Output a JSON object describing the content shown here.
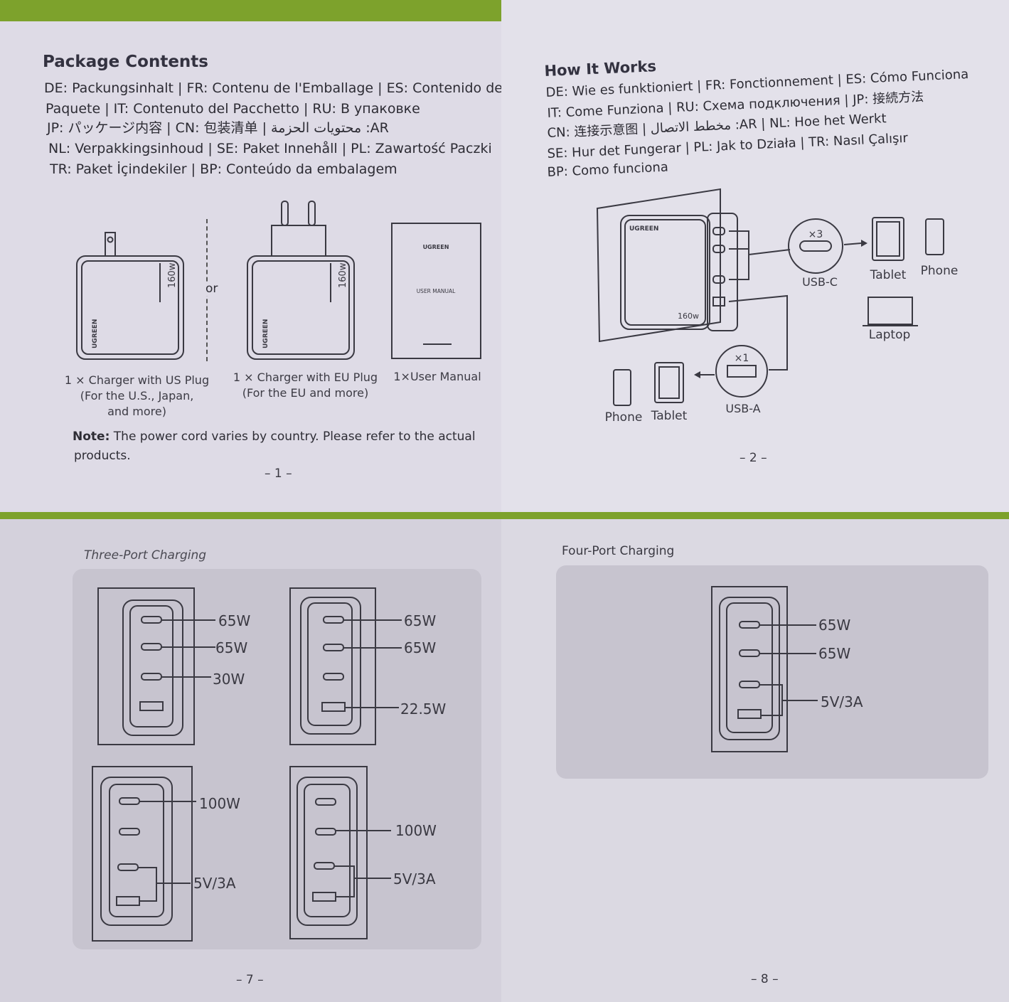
{
  "page1": {
    "title": "Package Contents",
    "lang_lines": [
      "DE: Packungsinhalt | FR: Contenu de l'Emballage | ES: Contenido del",
      "Paquete | IT: Contenuto del Pacchetto | RU: В упаковке",
      "JP: パッケージ内容 | CN: 包装清单 | محتويات الحزمة :AR",
      "NL: Verpakkingsinhoud | SE: Paket Innehåll | PL: Zawartość Paczki",
      "TR: Paket İçindekiler | BP: Conteúdo da embalagem"
    ],
    "or_text": "or",
    "charger_brand": "UGREEN",
    "charger_power": "160w",
    "manual_brand": "UGREEN",
    "manual_title": "USER MANUAL",
    "caption_us": [
      "1 × Charger with US Plug",
      "(For the U.S., Japan,",
      "and more)"
    ],
    "caption_eu": [
      "1 × Charger with EU Plug",
      "(For the EU and more)"
    ],
    "caption_manual": "1×User Manual",
    "note_label": "Note:",
    "note_line1": "The power cord varies by country. Please refer to the actual",
    "note_line2": "products.",
    "page_number": "– 1 –"
  },
  "page2": {
    "title": "How It Works",
    "lang_lines": [
      "DE: Wie es funktioniert | FR: Fonctionnement | ES: Cómo Funciona",
      "IT: Come Funziona | RU: Схема подключения | JP: 接続方法",
      "CN: 连接示意图 | مخطط الاتصال :AR | NL: Hoe het Werkt",
      "SE: Hur det Fungerar | PL: Jak to Działa | TR: Nasıl Çalışır",
      "BP: Como funciona"
    ],
    "charger_brand": "UGREEN",
    "charger_power": "160w",
    "usbc_count": "×3",
    "usbc_label": "USB-C",
    "usba_count": "×1",
    "usba_label": "USB-A",
    "devices_c": [
      "Tablet",
      "Phone",
      "Laptop"
    ],
    "devices_a": [
      "Phone",
      "Tablet"
    ],
    "page_number": "– 2 –"
  },
  "page7": {
    "title": "Three-Port Charging",
    "configs": [
      {
        "labels": [
          "65W",
          "65W",
          "30W"
        ]
      },
      {
        "labels": [
          "65W",
          "65W",
          "22.5W"
        ]
      },
      {
        "labels": [
          "100W",
          "5V/3A"
        ]
      },
      {
        "labels": [
          "100W",
          "5V/3A"
        ]
      }
    ],
    "page_number": "– 7 –"
  },
  "page8": {
    "title": "Four-Port Charging",
    "labels": [
      "65W",
      "65W",
      "5V/3A"
    ],
    "page_number": "– 8 –"
  },
  "colors": {
    "paper": "#dedbe6",
    "ink": "#3a3942",
    "panel": "#c7c4cf",
    "background": "#7da22c"
  }
}
